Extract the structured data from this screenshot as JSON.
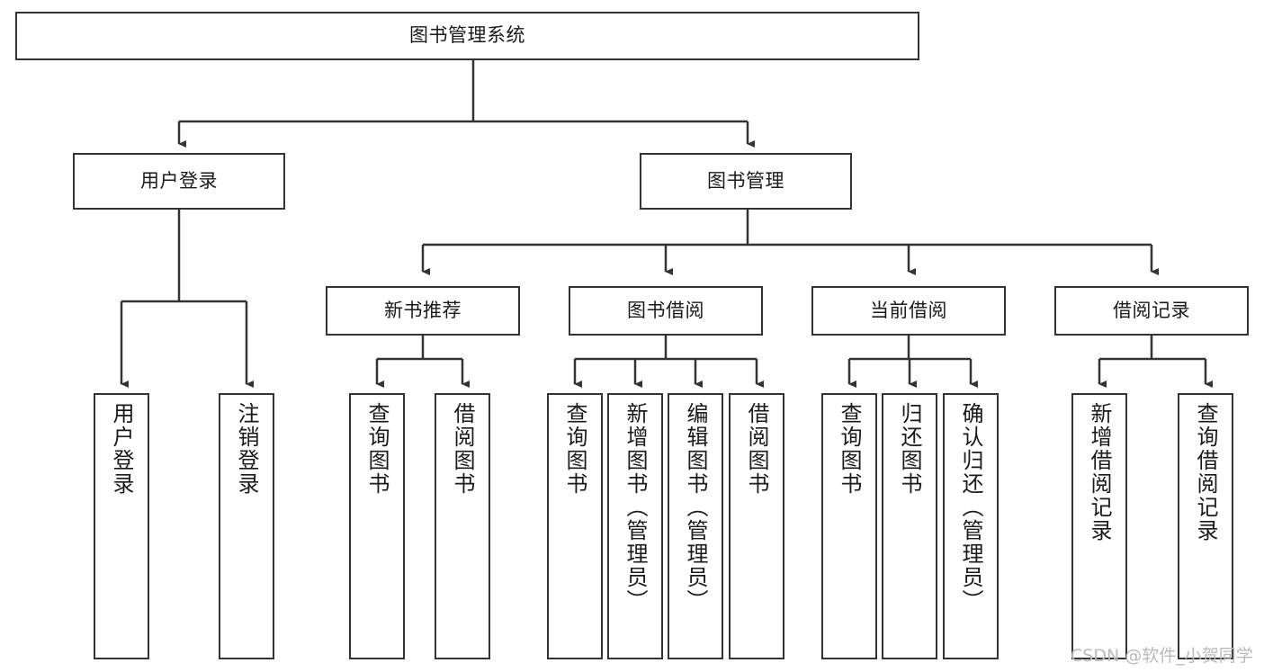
{
  "diagram": {
    "title": "图书管理系统",
    "type": "tree",
    "watermark": "CSDN @软件_小贺同学",
    "colors": {
      "stroke": "#333333",
      "fill": "#ffffff",
      "text": "#1a1a1a",
      "watermark": "#b9b9b9"
    },
    "nodes": {
      "root": {
        "label": "图书管理系统"
      },
      "level2": [
        {
          "label": "用户登录"
        },
        {
          "label": "图书管理"
        }
      ],
      "level3": [
        {
          "label": "新书推荐"
        },
        {
          "label": "图书借阅"
        },
        {
          "label": "当前借阅"
        },
        {
          "label": "借阅记录"
        }
      ],
      "leaves_user_login": [
        {
          "label": "用户登录"
        },
        {
          "label": "注销登录"
        }
      ],
      "leaves_new_book": [
        {
          "label": "查询图书"
        },
        {
          "label": "借阅图书"
        }
      ],
      "leaves_borrow": [
        {
          "label": "查询图书"
        },
        {
          "label": "新增图书（管理员）"
        },
        {
          "label": "编辑图书（管理员）"
        },
        {
          "label": "借阅图书"
        }
      ],
      "leaves_current": [
        {
          "label": "查询图书"
        },
        {
          "label": "归还图书"
        },
        {
          "label": "确认归还（管理员）"
        }
      ],
      "leaves_records": [
        {
          "label": "新增借阅记录"
        },
        {
          "label": "查询借阅记录"
        }
      ]
    }
  }
}
